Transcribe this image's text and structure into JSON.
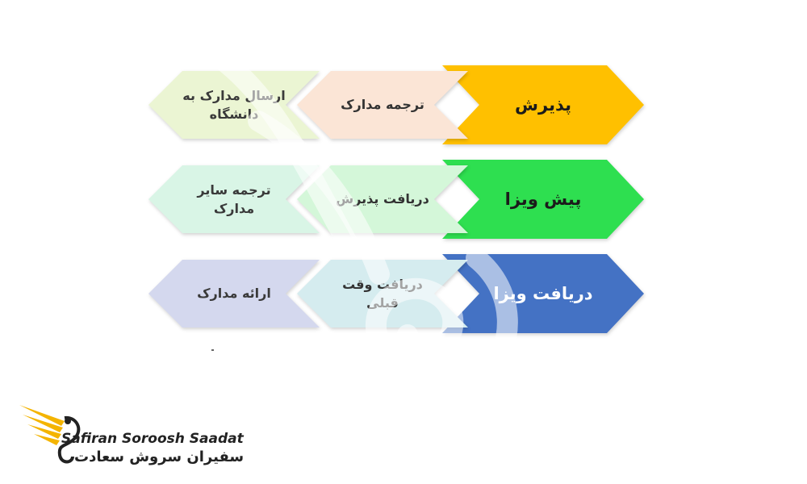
{
  "diagram": {
    "rows": [
      {
        "main": {
          "label": "پذیرش",
          "color": "#FFC000"
        },
        "mid": {
          "label": "ترجمه مدارک",
          "color": "#FBE5D6"
        },
        "small": {
          "label": "ارسال مدارک به دانشگاه",
          "color": "#EBF5D3"
        }
      },
      {
        "main": {
          "label": "پیش ویزا",
          "color": "#2EDF50"
        },
        "mid": {
          "label": "دریافت پذیرش",
          "color": "#D4F7D9"
        },
        "small": {
          "label": "ترجمه سایر مدارک",
          "color": "#D9F5E6"
        }
      },
      {
        "main": {
          "label": "دریافت ویزا",
          "color": "#4472C4"
        },
        "mid": {
          "label": "دریافت وقت قبلی",
          "color": "#D5ECEF"
        },
        "small": {
          "label": "ارائه مدارک",
          "color": "#D4D8EE"
        }
      }
    ]
  },
  "logo": {
    "name_en": "Safiran Soroosh Saadat",
    "name_fa": "سفیران سروش سعادت",
    "wing_color": "#F4B400"
  }
}
